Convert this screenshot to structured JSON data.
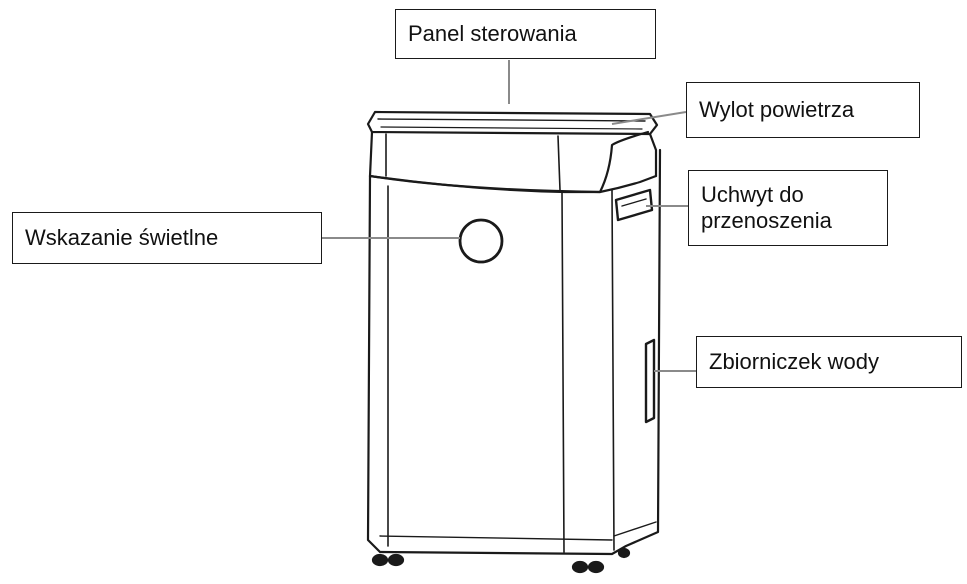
{
  "labels": {
    "control_panel": "Panel sterowania",
    "air_outlet": "Wylot powietrza",
    "carry_handle": "Uchwyt do\nprzenoszenia",
    "light_indicator": "Wskazanie świetlne",
    "water_tank": "Zbiorniczek wody"
  },
  "colors": {
    "line": "#1a1a1a",
    "leader": "#8a8a8a",
    "background": "#ffffff"
  }
}
